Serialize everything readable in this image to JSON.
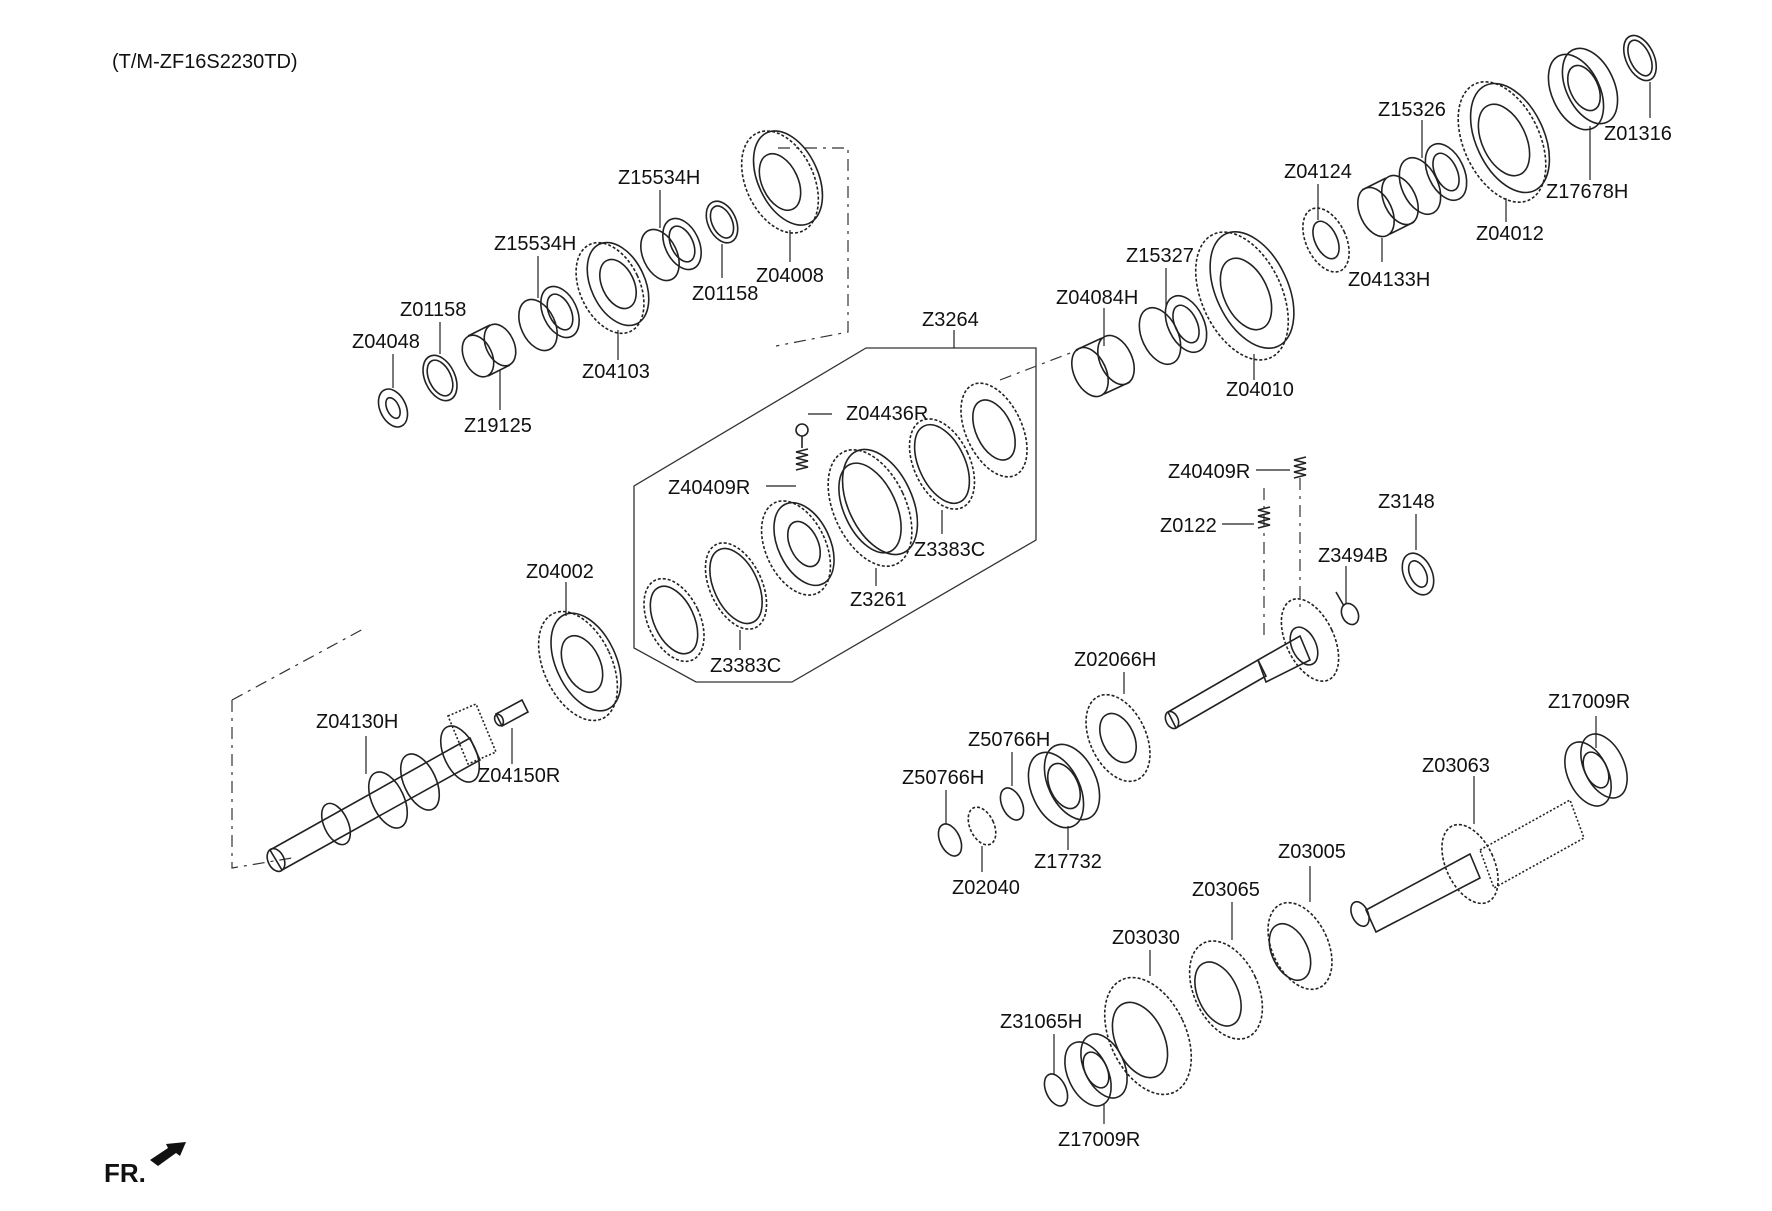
{
  "header": {
    "model": "(T/M-ZF16S2230TD)"
  },
  "footer": {
    "direction": "FR."
  },
  "labels": {
    "Z04048": "Z04048",
    "Z01158_a": "Z01158",
    "Z19125": "Z19125",
    "Z15534H_a": "Z15534H",
    "Z04103": "Z04103",
    "Z15534H_b": "Z15534H",
    "Z01158_b": "Z01158",
    "Z04008": "Z04008",
    "Z3264": "Z3264",
    "Z04436R": "Z04436R",
    "Z40409R_a": "Z40409R",
    "Z3383C_a": "Z3383C",
    "Z3261": "Z3261",
    "Z3383C_b": "Z3383C",
    "Z04002": "Z04002",
    "Z04130H": "Z04130H",
    "Z04150R": "Z04150R",
    "Z04084H": "Z04084H",
    "Z15327": "Z15327",
    "Z04010": "Z04010",
    "Z04124": "Z04124",
    "Z04133H": "Z04133H",
    "Z15326": "Z15326",
    "Z04012": "Z04012",
    "Z17678H": "Z17678H",
    "Z01316": "Z01316",
    "Z40409R_b": "Z40409R",
    "Z0122": "Z0122",
    "Z3148": "Z3148",
    "Z3494B": "Z3494B",
    "Z02066H": "Z02066H",
    "Z50766H_a": "Z50766H",
    "Z50766H_b": "Z50766H",
    "Z17732": "Z17732",
    "Z02040": "Z02040",
    "Z17009R_a": "Z17009R",
    "Z03063": "Z03063",
    "Z03005": "Z03005",
    "Z03065": "Z03065",
    "Z03030": "Z03030",
    "Z31065H": "Z31065H",
    "Z17009R_b": "Z17009R"
  }
}
